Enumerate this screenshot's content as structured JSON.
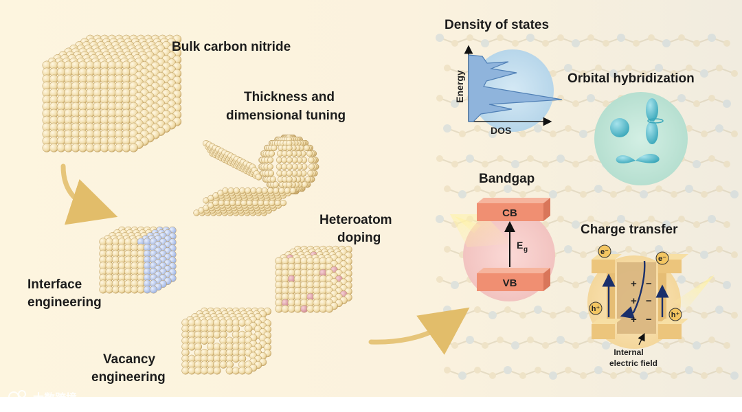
{
  "labels": {
    "bulk": "Bulk carbon nitride",
    "thickness_line1": "Thickness and",
    "thickness_line2": "dimensional tuning",
    "heteroatom_line1": "Heteroatom",
    "heteroatom_line2": "doping",
    "interface_line1": "Interface",
    "interface_line2": "engineering",
    "vacancy_line1": "Vacancy",
    "vacancy_line2": "engineering",
    "dos_title": "Density of states",
    "dos_y": "Energy",
    "dos_x": "DOS",
    "orbital": "Orbital hybridization",
    "bandgap": "Bandgap",
    "cb": "CB",
    "vb": "VB",
    "eg_main": "E",
    "eg_sub": "g",
    "charge": "Charge transfer",
    "field_line1": "Internal",
    "field_line2": "electric field",
    "electron": "e⁻",
    "hole": "h⁺",
    "plus": "+",
    "minus": "−"
  },
  "watermark": "大数跨境",
  "colors": {
    "background_left": "#fdf4dd",
    "background_right": "#f4eedc",
    "sphere_fill": "#f2dfb2",
    "sphere_stroke": "#b9985a",
    "interface_blue": "#b7c8ea",
    "dopant_pink": "#e2a7ae",
    "arrow_gold": "#e6c57a",
    "dos_bubble": "#bcd9ec",
    "orbital_bubble": "#bde2d6",
    "bandgap_bubble": "#f3c6c6",
    "band_orange": "#f19b80",
    "orbital_teal": "#4fb8c8"
  },
  "icons": [
    "curved-arrow-icon",
    "flashlight-beam-icon",
    "atom-sphere-icon",
    "orbital-lobe-icon"
  ]
}
